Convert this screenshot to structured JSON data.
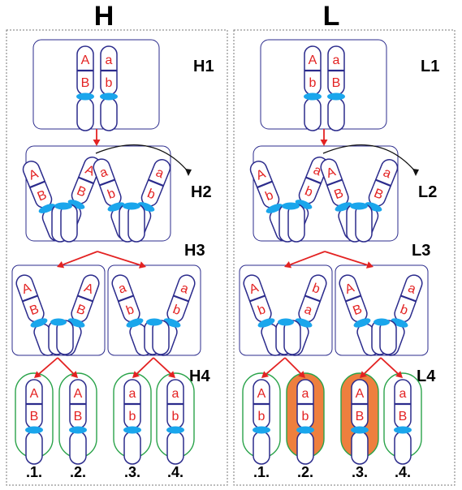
{
  "panels": [
    {
      "title": "H",
      "stages": [
        {
          "main": "H",
          "sub": "1"
        },
        {
          "main": "H",
          "sub": "2"
        },
        {
          "main": "H",
          "sub": "3"
        },
        {
          "main": "H",
          "sub": "4"
        }
      ],
      "stage1": [
        [
          "A",
          "B"
        ],
        [
          "a",
          "b"
        ]
      ],
      "stage2": [
        [
          "A",
          "B"
        ],
        [
          "A",
          "B"
        ],
        [
          "a",
          "b"
        ],
        [
          "a",
          "b"
        ]
      ],
      "stage3": [
        [
          "A",
          "B"
        ],
        [
          "A",
          "B"
        ],
        [
          "a",
          "b"
        ],
        [
          "a",
          "b"
        ]
      ],
      "gametes": [
        {
          "top": "A",
          "bottom": "B",
          "label": ".1.",
          "highlight": false
        },
        {
          "top": "A",
          "bottom": "B",
          "label": ".2.",
          "highlight": false
        },
        {
          "top": "a",
          "bottom": "b",
          "label": ".3.",
          "highlight": false
        },
        {
          "top": "a",
          "bottom": "b",
          "label": ".4.",
          "highlight": false
        }
      ]
    },
    {
      "title": "L",
      "stages": [
        {
          "main": "L",
          "sub": "1"
        },
        {
          "main": "L",
          "sub": "2"
        },
        {
          "main": "L",
          "sub": "3"
        },
        {
          "main": "L",
          "sub": "4"
        }
      ],
      "stage1": [
        [
          "A",
          "b"
        ],
        [
          "a",
          "B"
        ]
      ],
      "stage2": [
        [
          "A",
          "b"
        ],
        [
          "a",
          "b"
        ],
        [
          "A",
          "B"
        ],
        [
          "a",
          "B"
        ]
      ],
      "stage3": [
        [
          "A",
          "b"
        ],
        [
          "b",
          "a"
        ],
        [
          "A",
          "B"
        ],
        [
          "a",
          "b"
        ]
      ],
      "gametes": [
        {
          "top": "A",
          "bottom": "b",
          "label": ".1.",
          "highlight": false
        },
        {
          "top": "a",
          "bottom": "b",
          "label": ".2.",
          "highlight": true
        },
        {
          "top": "A",
          "bottom": "B",
          "label": ".3.",
          "highlight": true
        },
        {
          "top": "a",
          "bottom": "B",
          "label": ".4.",
          "highlight": false
        }
      ]
    }
  ],
  "colors": {
    "allele": "#e32222",
    "chromosome_outline": "#2b2b8c",
    "centromere": "#1aa6ec",
    "gamete_border": "#2aa34a",
    "recombinant_fill": "#ee7f3e",
    "arrow": "#e32222"
  }
}
